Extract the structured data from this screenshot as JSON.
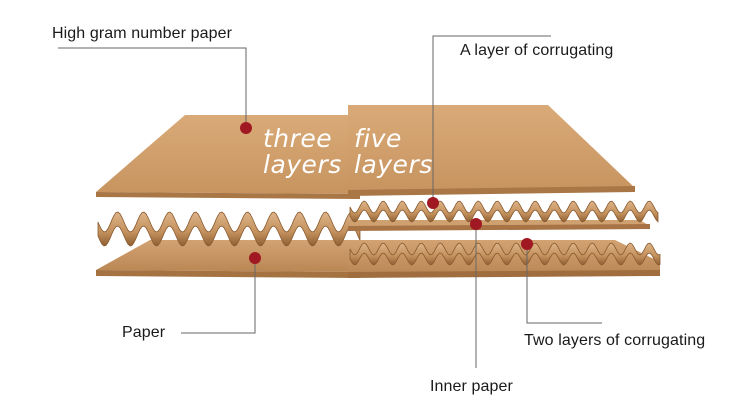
{
  "labels": {
    "high_gram": "High gram number paper",
    "layer_corrugating": "A layer of corrugating",
    "paper": "Paper",
    "two_layers": "Two layers of corrugating",
    "inner_paper": "Inner paper"
  },
  "overlay": {
    "three_line1": "three",
    "three_line2": "layers",
    "five_line1": "five",
    "five_line2": "layers"
  },
  "colors": {
    "kraft_top": "#cc9b6a",
    "kraft_light": "#dcb184",
    "kraft_dark": "#9c6a3c",
    "marker": "#a01822",
    "leader": "#666666"
  }
}
